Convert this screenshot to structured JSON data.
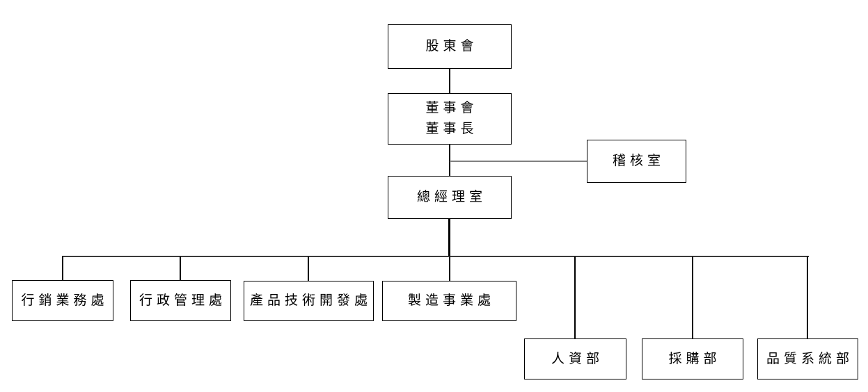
{
  "org_chart": {
    "type": "org-tree",
    "nodes": {
      "shareholders": {
        "label": "股東會"
      },
      "board": {
        "label_line1": "董事會",
        "label_line2": "董事長"
      },
      "audit": {
        "label": "稽核室"
      },
      "general_manager": {
        "label": "總經理室"
      },
      "marketing": {
        "label": "行銷業務處"
      },
      "admin": {
        "label": "行政管理處"
      },
      "product_dev": {
        "label": "產品技術開發處"
      },
      "manufacturing": {
        "label": "製造事業處"
      },
      "hr": {
        "label": "人資部"
      },
      "purchasing": {
        "label": "採購部"
      },
      "quality": {
        "label": "品質系統部"
      }
    },
    "edges": [
      {
        "from": "shareholders",
        "to": "board"
      },
      {
        "from": "board",
        "to": "audit"
      },
      {
        "from": "board",
        "to": "general_manager"
      },
      {
        "from": "general_manager",
        "to": "marketing"
      },
      {
        "from": "general_manager",
        "to": "admin"
      },
      {
        "from": "general_manager",
        "to": "product_dev"
      },
      {
        "from": "general_manager",
        "to": "manufacturing"
      },
      {
        "from": "general_manager",
        "to": "hr"
      },
      {
        "from": "general_manager",
        "to": "purchasing"
      },
      {
        "from": "general_manager",
        "to": "quality"
      }
    ],
    "colors": {
      "box_border": "#000000",
      "text": "#000000",
      "line_primary": "#000000",
      "line_secondary": "#808080",
      "background": "#ffffff"
    }
  }
}
